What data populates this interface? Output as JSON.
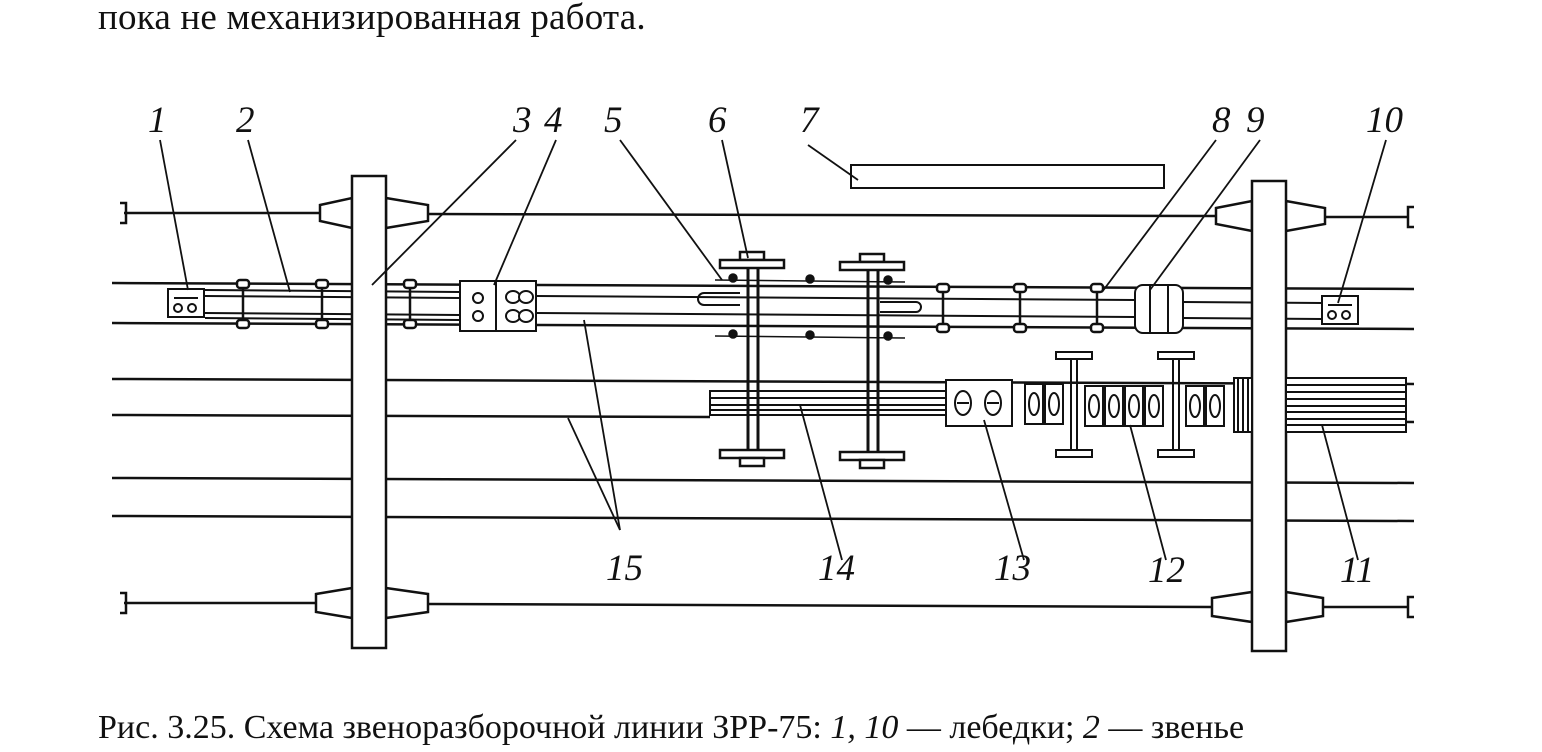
{
  "page": {
    "top_text": "пока не механизированная работа."
  },
  "figure": {
    "labels": [
      "1",
      "2",
      "3",
      "4",
      "5",
      "6",
      "7",
      "8",
      "9",
      "10",
      "11",
      "12",
      "13",
      "14",
      "15"
    ]
  },
  "caption": {
    "prefix": "Рис. 3.25. Схема звеноразборочной линии ЗРР-75: ",
    "part1_italic": "1, 10",
    "part1_text": " — лебедки; ",
    "part2_italic": "2",
    "part2_text": " — звенье"
  }
}
